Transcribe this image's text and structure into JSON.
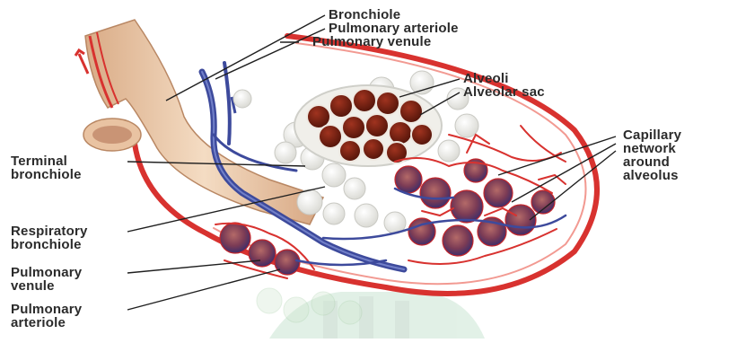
{
  "labels": {
    "bronchiole": "Bronchiole",
    "pulmonary_arteriole_top": "Pulmonary arteriole",
    "pulmonary_venule_top": "Pulmonary venule",
    "alveoli": "Alveoli",
    "alveolar_sac": "Alveolar sac",
    "capillary_network": [
      "Capillary",
      "network",
      "around",
      "alveolus"
    ],
    "terminal_bronchiole": [
      "Terminal",
      "bronchiole"
    ],
    "respiratory_bronchiole": [
      "Respiratory",
      "bronchiole"
    ],
    "pulmonary_venule_left": [
      "Pulmonary",
      "venule"
    ],
    "pulmonary_arteriole_left": [
      "Pulmonary",
      "arteriole"
    ]
  },
  "colors": {
    "artery": "#d8322f",
    "vein": "#3d4a9c",
    "airway": "#ecc9a8",
    "alveolus_interior": "#7a1f14",
    "alveolus_wall": "#f2f2ee",
    "watermark": "#5fb27a"
  }
}
